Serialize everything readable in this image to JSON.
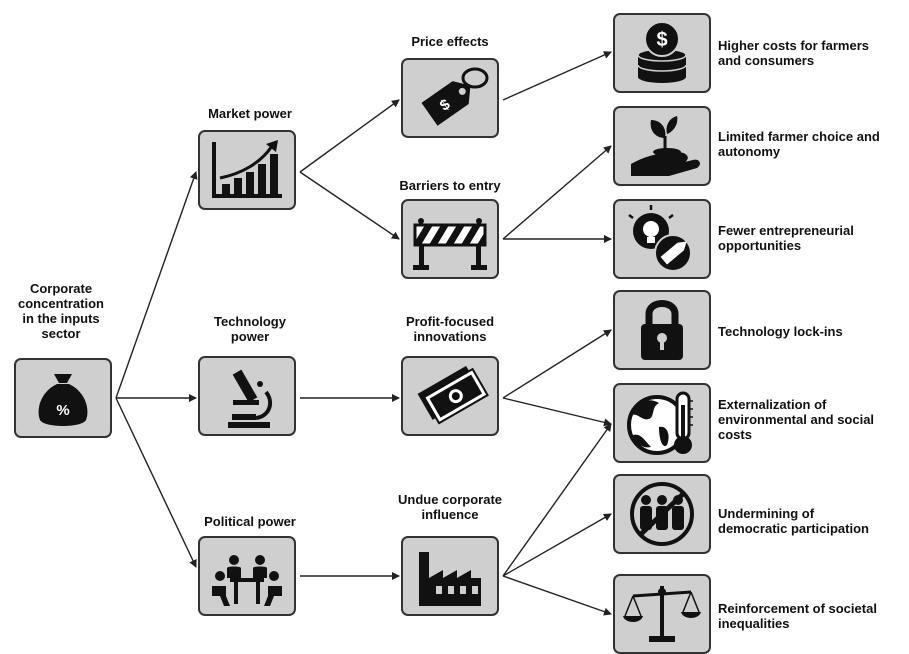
{
  "root": {
    "label": "Corporate\nconcentration\nin the inputs\nsector",
    "icon": "money-bag-percent-icon",
    "percent_glyph": "%"
  },
  "drivers": [
    {
      "label": "Market power",
      "icon": "rising-bar-chart-icon"
    },
    {
      "label": "Technology\npower",
      "icon": "microscope-icon"
    },
    {
      "label": "Political power",
      "icon": "meeting-table-icon"
    }
  ],
  "mechanisms": [
    {
      "label": "Price effects",
      "icon": "price-tag-icon",
      "tag_glyph": "$"
    },
    {
      "label": "Barriers to entry",
      "icon": "road-barrier-icon"
    },
    {
      "label": "Profit-focused\ninnovations",
      "icon": "banknotes-icon"
    },
    {
      "label": "Undue corporate\ninfluence",
      "icon": "factory-icon"
    }
  ],
  "outcomes": [
    {
      "label": "Higher costs for farmers\nand consumers",
      "icon": "coin-stack-icon",
      "coin_glyph": "$"
    },
    {
      "label": "Limited farmer choice and\nautonomy",
      "icon": "hand-holding-plant-icon"
    },
    {
      "label": "Fewer entrepreneurial\nopportunities",
      "icon": "lightbulb-pencil-icon"
    },
    {
      "label": "Technology lock-ins",
      "icon": "padlock-icon"
    },
    {
      "label": "Externalization of\nenvironmental and social\ncosts",
      "icon": "earth-thermometer-icon"
    },
    {
      "label": "Undermining of\ndemocratic participation",
      "icon": "crossed-out-people-icon"
    },
    {
      "label": "Reinforcement of societal\ninequalities",
      "icon": "balance-scale-icon"
    }
  ],
  "colors": {
    "box_fill": "#cfcfcf",
    "box_border": "#333333",
    "icon": "#111111",
    "arrow": "#222222"
  }
}
